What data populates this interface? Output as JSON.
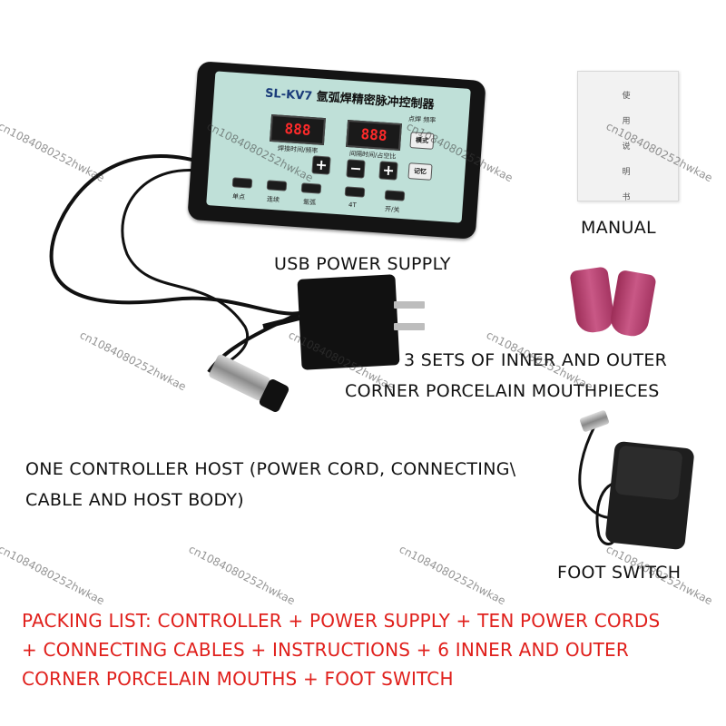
{
  "controller": {
    "model": "SL-KV7",
    "name_cn": "氩弧焊精密脉冲控制器",
    "display_left": "888",
    "display_right": "888",
    "label_left": "焊接时间/频率",
    "label_right": "间隔时间/占空比",
    "label_mode": "模式",
    "label_memory": "记忆",
    "top_labels": "点焊 频率",
    "buttons": [
      "单点",
      "连续",
      "氩弧",
      "4T",
      "开/关"
    ]
  },
  "manual": {
    "cover_text": [
      "使",
      "用",
      "说",
      "明",
      "书"
    ]
  },
  "labels": {
    "manual": "MANUAL",
    "usb_power": "USB POWER SUPPLY",
    "porcelain_line1": "3 SETS OF INNER AND OUTER",
    "porcelain_line2": "CORNER PORCELAIN MOUTHPIECES",
    "controller_line1": "ONE CONTROLLER HOST (POWER CORD, CONNECTING\\",
    "controller_line2": "CABLE AND HOST BODY)",
    "foot_switch": "FOOT SWITCH"
  },
  "packing_list": {
    "line1": "PACKING LIST: CONTROLLER + POWER SUPPLY + TEN POWER CORDS",
    "line2": "+ CONNECTING CABLES + INSTRUCTIONS + 6 INNER AND OUTER",
    "line3": "CORNER PORCELAIN MOUTHS + FOOT SWITCH"
  },
  "watermark": "cn1084080252hwkae",
  "colors": {
    "packing_list": "#e0201c",
    "nozzle": "#b94275",
    "controller_face": "#bfe0d8"
  }
}
